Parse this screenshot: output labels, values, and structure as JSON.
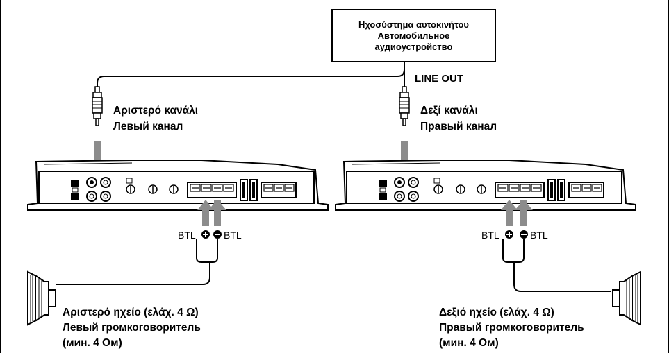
{
  "source_unit": {
    "line1": "Ηχοσύστημα αυτοκινήτου",
    "line2": "Автомобильное",
    "line3": "аудиоустройство"
  },
  "line_out": "LINE OUT",
  "left_channel": {
    "greek": "Αριστερό κανάλι",
    "russian": "Левый канал"
  },
  "right_channel": {
    "greek": "Δεξί κανάλι",
    "russian": "Правый канал"
  },
  "btl": {
    "left_plus": "BTL",
    "left_minus": "BTL",
    "right_plus": "BTL",
    "right_minus": "BTL"
  },
  "left_speaker": {
    "line1": "Αριστερό ηχείο (ελάχ. 4 Ω)",
    "line2": "Левый громкоговоритель",
    "line3": "(мин. 4 Ом)"
  },
  "right_speaker": {
    "line1": "Δεξιό ηχείο (ελάχ. 4 Ω)",
    "line2": "Правый громкоговоритель",
    "line3": "(мин. 4 Ом)"
  }
}
